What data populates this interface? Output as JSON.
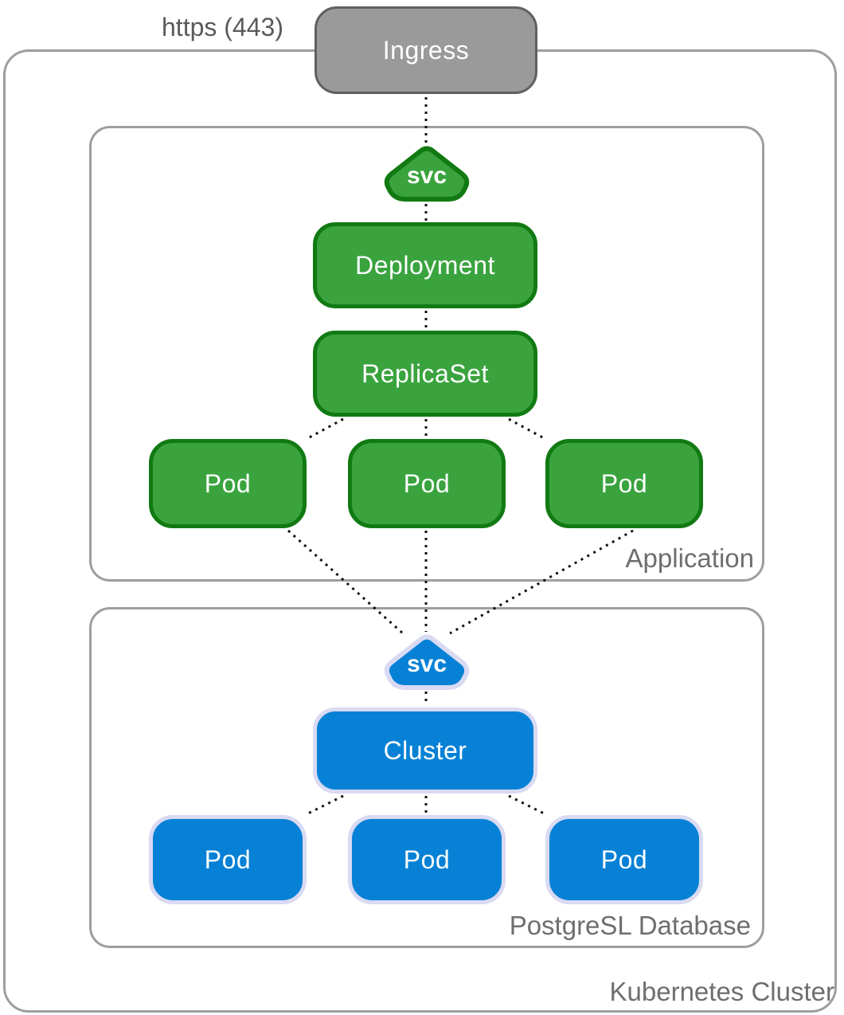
{
  "colors": {
    "green_fill": "#3aa33e",
    "green_border": "#117a13",
    "blue_fill": "#0681d6",
    "blue_border": "#d9daf3",
    "gray_fill": "#9a9a9a",
    "gray_border": "#606060",
    "outline": "#9e9e9e",
    "label_color": "#6e6e6e",
    "protocol_color": "#5a5a5a",
    "connector": "#111111"
  },
  "external": {
    "protocol_label": "https (443)",
    "ingress_label": "Ingress"
  },
  "cluster": {
    "label": "Kubernetes Cluster",
    "application": {
      "label": "Application",
      "svc_label": "svc",
      "deployment_label": "Deployment",
      "replicaset_label": "ReplicaSet",
      "pods": [
        "Pod",
        "Pod",
        "Pod"
      ]
    },
    "database": {
      "label": "PostgreSL Database",
      "svc_label": "svc",
      "cluster_label": "Cluster",
      "pods": [
        "Pod",
        "Pod",
        "Pod"
      ]
    }
  }
}
